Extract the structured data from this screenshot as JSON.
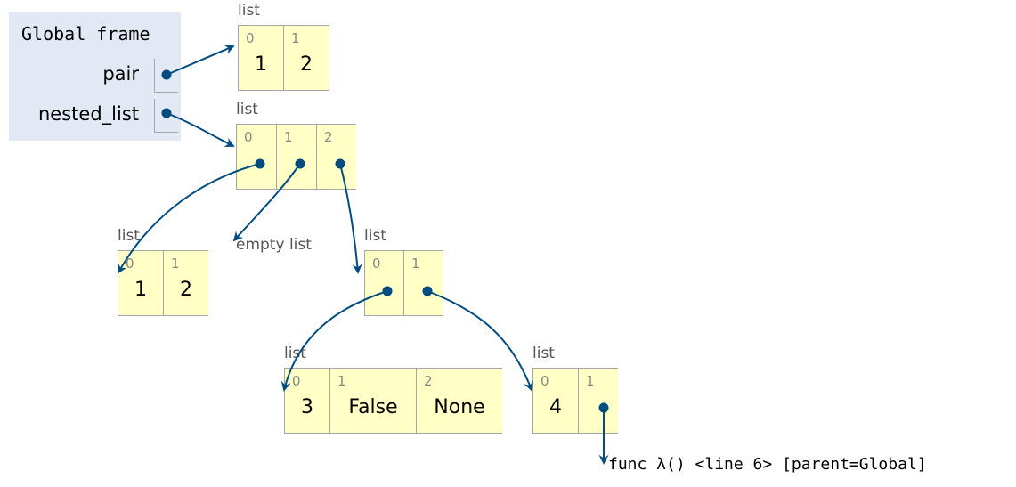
{
  "frame": {
    "title": "Global frame",
    "vars": [
      {
        "name": "pair"
      },
      {
        "name": "nested_list"
      }
    ]
  },
  "objects": {
    "pair": {
      "label": "list",
      "items": [
        {
          "index": "0",
          "value": "1"
        },
        {
          "index": "1",
          "value": "2"
        }
      ]
    },
    "nested": {
      "label": "list",
      "items": [
        {
          "index": "0",
          "value": ""
        },
        {
          "index": "1",
          "value": ""
        },
        {
          "index": "2",
          "value": ""
        }
      ]
    },
    "inner_a": {
      "label": "list",
      "items": [
        {
          "index": "0",
          "value": "1"
        },
        {
          "index": "1",
          "value": "2"
        }
      ]
    },
    "empty": {
      "label": "empty list"
    },
    "inner_b": {
      "label": "list",
      "items": [
        {
          "index": "0",
          "value": ""
        },
        {
          "index": "1",
          "value": ""
        }
      ]
    },
    "inner_c": {
      "label": "list",
      "items": [
        {
          "index": "0",
          "value": "3"
        },
        {
          "index": "1",
          "value": "False"
        },
        {
          "index": "2",
          "value": "None"
        }
      ]
    },
    "inner_d": {
      "label": "list",
      "items": [
        {
          "index": "0",
          "value": "4"
        },
        {
          "index": "1",
          "value": ""
        }
      ]
    },
    "func": {
      "label": "func λ() <line 6> [parent=Global]"
    }
  },
  "colors": {
    "pointer": "#004c80",
    "frame_bg": "#e2e9f4",
    "list_bg": "#ffffc6"
  }
}
